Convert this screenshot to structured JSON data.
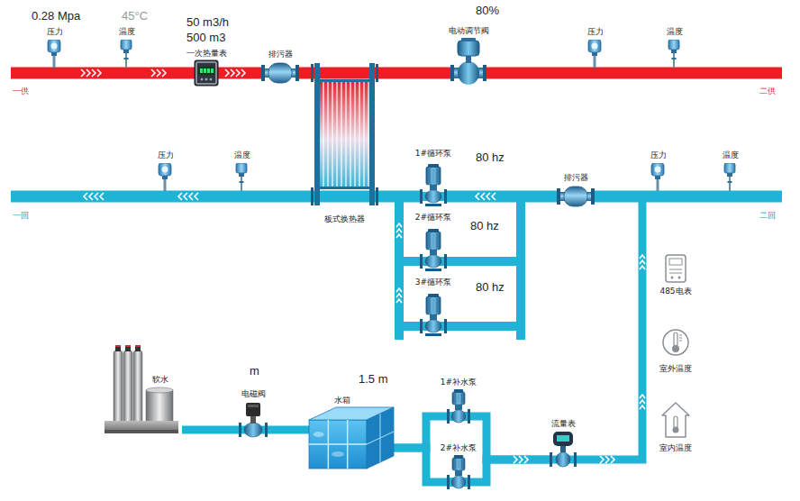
{
  "diagram": {
    "nodes": [
      {
        "text": [
          "一次热量表"
        ]
      },
      {
        "text": [
          "排污器"
        ]
      },
      {
        "text": [
          "电动调节阀"
        ]
      },
      {
        "text": [
          "板式换热器"
        ]
      },
      {
        "text": [
          "1#循环泵"
        ]
      },
      {
        "text": [
          "排污器"
        ]
      },
      {
        "text": [
          "2#循环泵"
        ]
      },
      {
        "text": [
          "3#循环泵"
        ]
      },
      {
        "text": [
          "485电表"
        ]
      },
      {
        "text": [
          "室外温度"
        ]
      },
      {
        "text": [
          "软水"
        ]
      },
      {
        "text": [
          "电磁阀"
        ]
      },
      {
        "text": [
          "水箱"
        ]
      },
      {
        "text": [
          "1#补水泵"
        ]
      },
      {
        "text": [
          "室内温度"
        ]
      },
      {
        "text": [
          "2#补水泵"
        ]
      },
      {
        "text": [
          "流量表"
        ]
      }
    ],
    "edges": [
      {
        "from": 0,
        "to": 1,
        "arrow": "none"
      },
      {
        "from": 1,
        "to": 3,
        "arrow": "none"
      },
      {
        "from": 3,
        "to": 2,
        "arrow": "none"
      },
      {
        "from": 5,
        "to": 4,
        "arrow": "none"
      },
      {
        "from": 4,
        "to": 3,
        "arrow": "none"
      },
      {
        "from": 5,
        "to": 6,
        "arrow": "none"
      },
      {
        "from": 6,
        "to": 3,
        "arrow": "none"
      },
      {
        "from": 5,
        "to": 7,
        "arrow": "none"
      },
      {
        "from": 7,
        "to": 3,
        "arrow": "none"
      },
      {
        "from": 10,
        "to": 11,
        "arrow": "none"
      },
      {
        "from": 11,
        "to": 12,
        "arrow": "none"
      },
      {
        "from": 12,
        "to": 13,
        "arrow": "none"
      },
      {
        "from": 12,
        "to": 15,
        "arrow": "none"
      },
      {
        "from": 13,
        "to": 16,
        "arrow": "none"
      },
      {
        "from": 15,
        "to": 16,
        "arrow": "none"
      },
      {
        "from": 16,
        "to": 5,
        "arrow": "none"
      }
    ],
    "labels": [
      "0.28 Mpa",
      "45°C",
      "50 m3/h",
      "500 m3",
      "80%",
      "压力",
      "温度",
      "压力",
      "温度",
      "一供",
      "二供",
      "压力",
      "温度",
      "80 hz",
      "压力",
      "温度",
      "一回",
      "二回",
      "80 hz",
      "80 hz",
      "m",
      "1.5 m"
    ]
  }
}
